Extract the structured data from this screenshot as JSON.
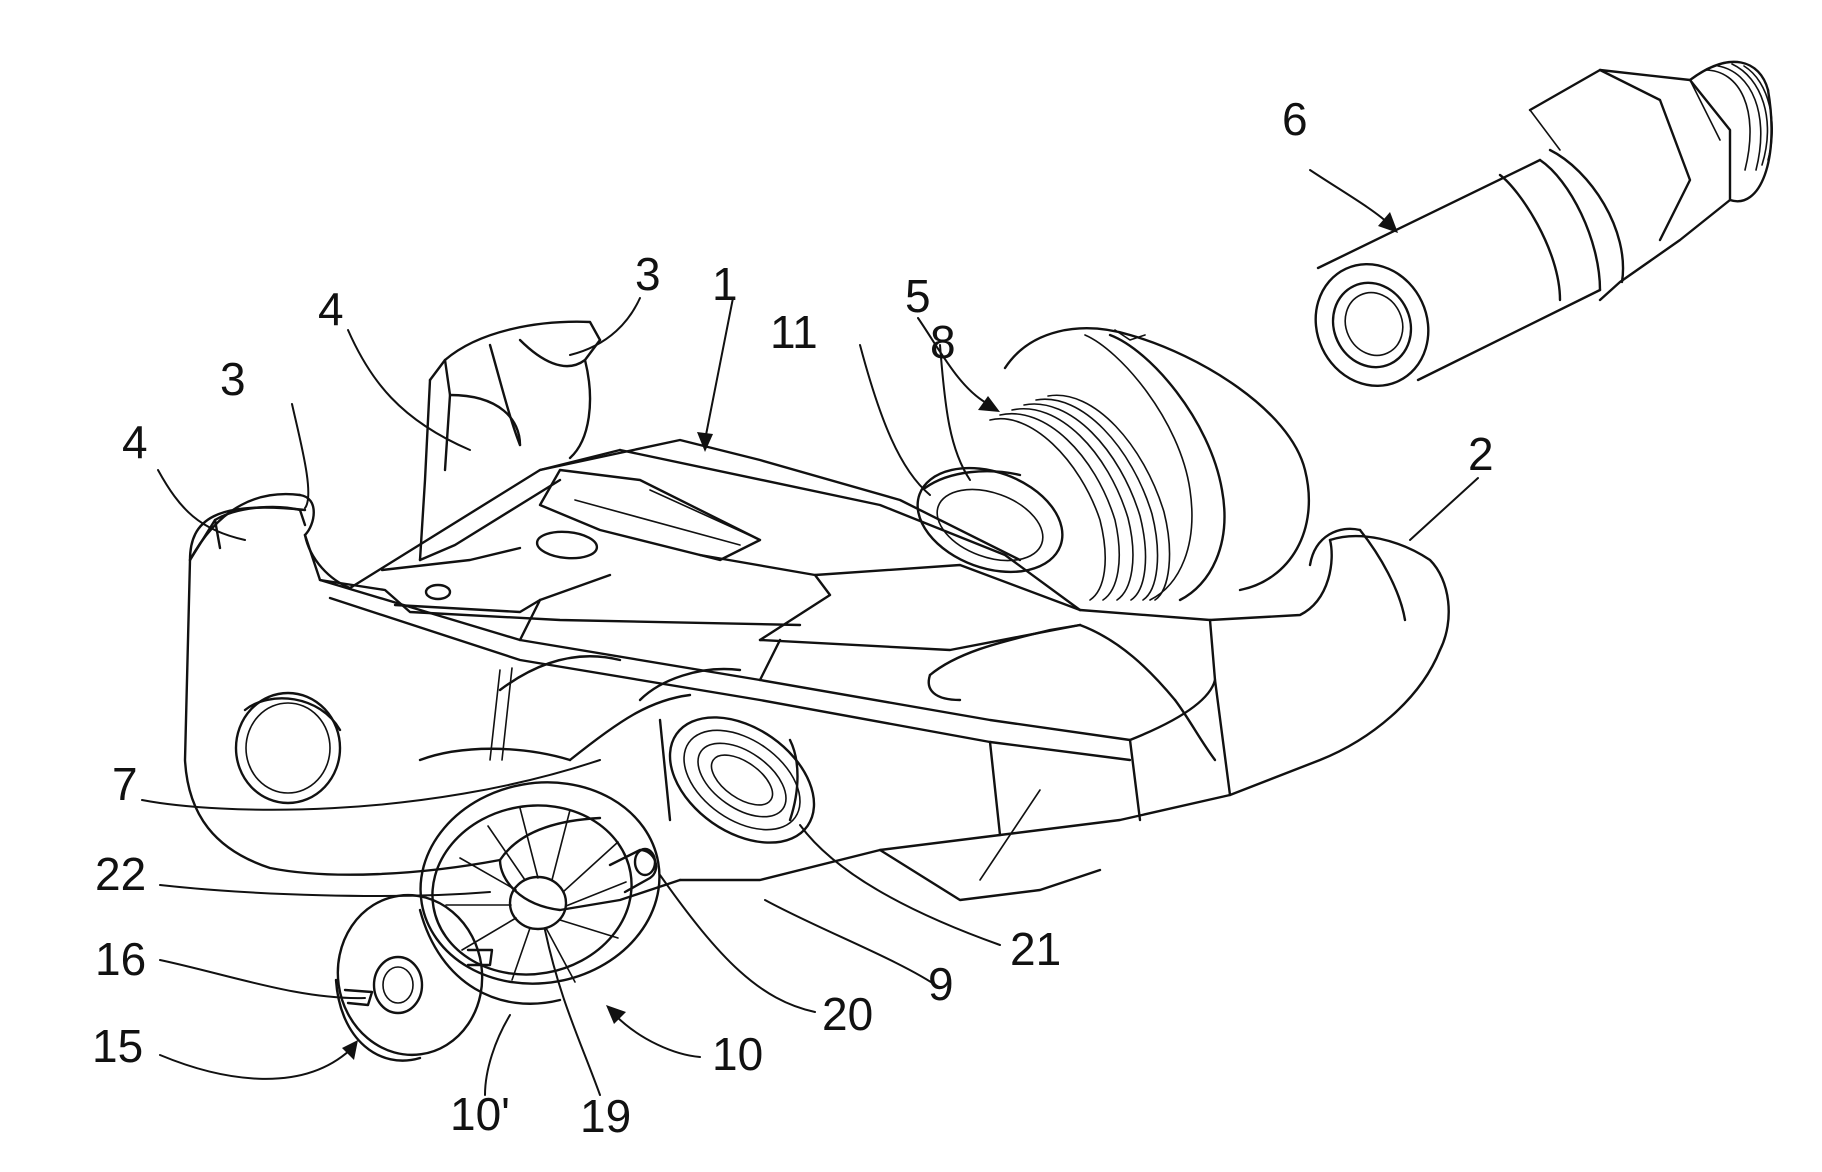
{
  "figure": {
    "reference_numerals": [
      {
        "id": "part-1",
        "text": "1"
      },
      {
        "id": "part-2",
        "text": "2"
      },
      {
        "id": "part-3-rear",
        "text": "3"
      },
      {
        "id": "part-3-front",
        "text": "3"
      },
      {
        "id": "part-4-rear",
        "text": "4"
      },
      {
        "id": "part-4-front",
        "text": "4"
      },
      {
        "id": "part-5",
        "text": "5"
      },
      {
        "id": "part-6",
        "text": "6"
      },
      {
        "id": "part-7",
        "text": "7"
      },
      {
        "id": "part-8",
        "text": "8"
      },
      {
        "id": "part-9",
        "text": "9"
      },
      {
        "id": "part-10",
        "text": "10"
      },
      {
        "id": "part-10-prime",
        "text": "10'"
      },
      {
        "id": "part-11",
        "text": "11"
      },
      {
        "id": "part-15",
        "text": "15"
      },
      {
        "id": "part-16",
        "text": "16"
      },
      {
        "id": "part-19",
        "text": "19"
      },
      {
        "id": "part-20",
        "text": "20"
      },
      {
        "id": "part-21",
        "text": "21"
      },
      {
        "id": "part-22",
        "text": "22"
      }
    ]
  }
}
